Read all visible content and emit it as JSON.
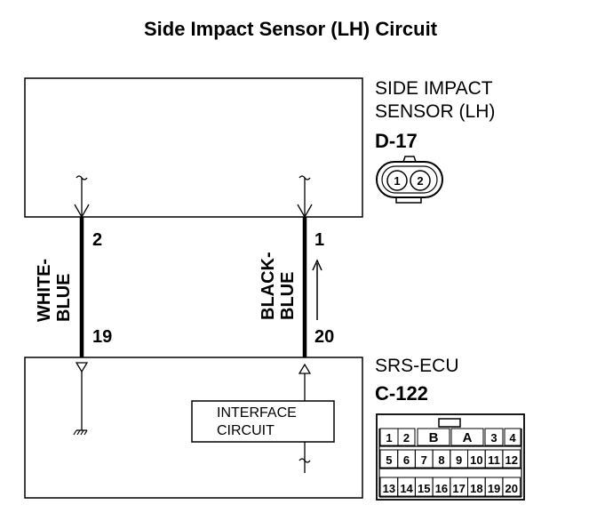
{
  "title": "Side Impact Sensor (LH) Circuit",
  "sensor": {
    "name_line1": "SIDE IMPACT",
    "name_line2": "SENSOR (LH)",
    "connector": "D-17",
    "connector_pins": [
      "1",
      "2"
    ]
  },
  "ecu": {
    "name": "SRS-ECU",
    "connector": "C-122",
    "interface_line1": "INTERFACE",
    "interface_line2": "CIRCUIT",
    "connector_row1": [
      "1",
      "2",
      "B",
      "A",
      "3",
      "4"
    ],
    "connector_row2": [
      "5",
      "6",
      "7",
      "8",
      "9",
      "10",
      "11",
      "12"
    ],
    "connector_row3": [
      "13",
      "14",
      "15",
      "16",
      "17",
      "18",
      "19",
      "20"
    ]
  },
  "wires": {
    "left": {
      "color_line1": "WHITE-",
      "color_line2": "BLUE",
      "pin_top": "2",
      "pin_bottom": "19"
    },
    "right": {
      "color_line1": "BLACK-",
      "color_line2": "BLUE",
      "pin_top": "1",
      "pin_bottom": "20"
    }
  }
}
